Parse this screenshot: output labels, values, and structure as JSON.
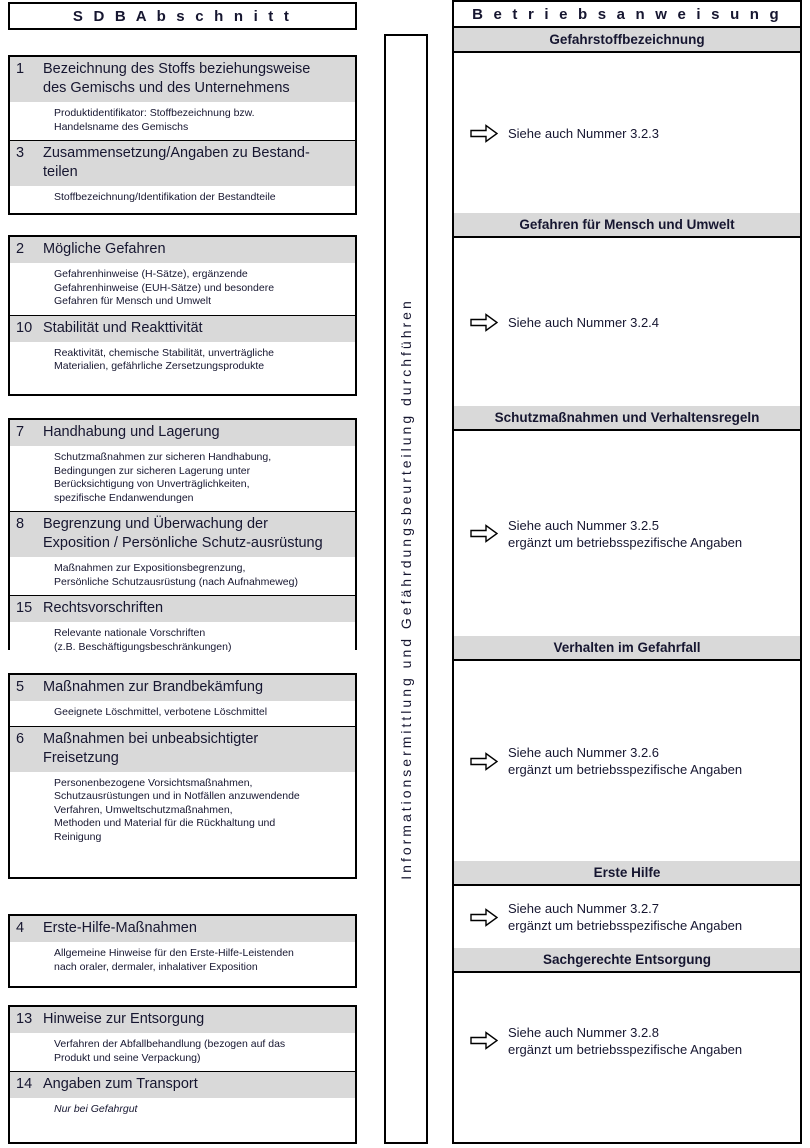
{
  "left": {
    "header": "S D B   A b s c h n i t t",
    "groups": [
      {
        "rows": [
          {
            "number": "1",
            "title": "Bezeichnung des Stoffs beziehungsweise\ndes Gemischs und des Unternehmens",
            "desc": "Produktidentifikator: Stoffbezeichnung bzw.\nHandelsname des Gemischs",
            "title_lines": 2,
            "desc_lines": 2
          },
          {
            "number": "3",
            "title": "Zusammensetzung/Angaben zu Bestand-\nteilen",
            "desc": "Stoffbezeichnung/Identifikation der Bestandteile",
            "title_lines": 2,
            "desc_lines": 1
          }
        ]
      },
      {
        "rows": [
          {
            "number": "2",
            "title": "Mögliche Gefahren",
            "desc": "Gefahrenhinweise (H-Sätze), ergänzende\nGefahrenhinweise (EUH-Sätze) und besondere\nGefahren für Mensch und Umwelt",
            "title_lines": 1,
            "desc_lines": 3
          },
          {
            "number": "10",
            "title": "Stabilität und Reakttivität",
            "desc": "Reaktivität, chemische Stabilität, unverträgliche\nMaterialien, gefährliche Zersetzungsprodukte",
            "title_lines": 1,
            "desc_lines": 2
          }
        ]
      },
      {
        "rows": [
          {
            "number": "7",
            "title": "Handhabung und Lagerung",
            "desc": "Schutzmaßnahmen zur sicheren Handhabung,\nBedingungen zur sicheren Lagerung unter\nBerücksichtigung von Unverträglichkeiten,\nspezifische Endanwendungen",
            "title_lines": 1,
            "desc_lines": 4
          },
          {
            "number": "8",
            "title": "Begrenzung und Überwachung der\nExposition / Persönliche Schutz-ausrüstung",
            "desc": "Maßnahmen zur Expositionsbegrenzung,\nPersönliche Schutzausrüstung (nach Aufnahmeweg)",
            "title_lines": 2,
            "desc_lines": 2
          },
          {
            "number": "15",
            "title": "Rechtsvorschriften",
            "desc": "Relevante nationale Vorschriften\n(z.B. Beschäftigungsbeschränkungen)",
            "title_lines": 1,
            "desc_lines": 2
          }
        ]
      },
      {
        "rows": [
          {
            "number": "5",
            "title": "Maßnahmen zur Brandbekämfung",
            "desc": "Geeignete Löschmittel, verbotene Löschmittel",
            "title_lines": 1,
            "desc_lines": 1
          },
          {
            "number": "6",
            "title": "Maßnahmen bei unbeabsichtigter\nFreisetzung",
            "desc": "Personenbezogene Vorsichtsmaßnahmen,\nSchutzausrüstungen und in Notfällen anzuwendende\nVerfahren, Umweltschutzmaßnahmen,\nMethoden und Material für die Rückhaltung und\nReinigung",
            "title_lines": 2,
            "desc_lines": 5
          }
        ]
      },
      {
        "rows": [
          {
            "number": "4",
            "title": "Erste-Hilfe-Maßnahmen",
            "desc": "Allgemeine Hinweise für den Erste-Hilfe-Leistenden\nnach oraler, dermaler, inhalativer Exposition",
            "title_lines": 1,
            "desc_lines": 2
          }
        ]
      },
      {
        "rows": [
          {
            "number": "13",
            "title": "Hinweise zur Entsorgung",
            "desc": "Verfahren der Abfallbehandlung (bezogen auf das\nProdukt und seine Verpackung)",
            "title_lines": 1,
            "desc_lines": 2
          },
          {
            "number": "14",
            "title": "Angaben zum Transport",
            "desc": "Nur bei Gefahrgut",
            "desc_italic": true,
            "title_lines": 1,
            "desc_lines": 1
          }
        ]
      }
    ]
  },
  "middle": {
    "label": "Informationsermittlung und Gefährdungsbeurteilung durchführen"
  },
  "right": {
    "header": "B e t r i e b s a n w e i s u n g",
    "sections": [
      {
        "title": "Gefahrstoffbezeichnung",
        "note": "Siehe auch Nummer 3.2.3",
        "icon": "right-arrow-icon"
      },
      {
        "title": "Gefahren für Mensch und Umwelt",
        "note": "Siehe auch Nummer 3.2.4",
        "icon": "right-arrow-icon"
      },
      {
        "title": "Schutzmaßnahmen und Verhaltensregeln",
        "note": "Siehe auch Nummer 3.2.5\nergänzt um betriebsspezifische Angaben",
        "icon": "right-arrow-icon"
      },
      {
        "title": "Verhalten im Gefahrfall",
        "note": "Siehe auch Nummer 3.2.6\nergänzt um betriebsspezifische Angaben",
        "icon": "right-arrow-icon"
      },
      {
        "title": "Erste Hilfe",
        "note": "Siehe auch Nummer 3.2.7\nergänzt um betriebsspezifische Angaben",
        "icon": "right-arrow-icon"
      },
      {
        "title": "Sachgerechte Entsorgung",
        "note": "Siehe auch Nummer 3.2.8\nergänzt um betriebsspezifische Angaben",
        "icon": "right-arrow-icon"
      }
    ]
  },
  "colors": {
    "band": "#d9d9d9",
    "border": "#000000",
    "text": "#161630"
  }
}
